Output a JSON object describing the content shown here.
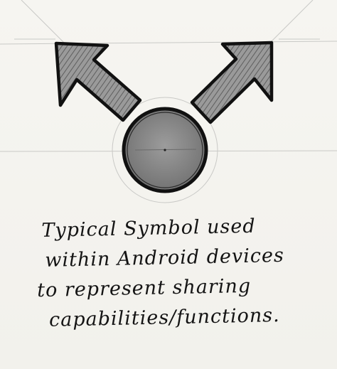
{
  "caption": {
    "line1": "Typical Symbol used",
    "line2": "within Android devices",
    "line3": "to represent sharing",
    "line4": "capabilities/functions."
  },
  "icons": [
    "share-icon",
    "arrow-up-left-icon",
    "arrow-up-right-icon",
    "circle-node-icon"
  ],
  "colors": {
    "paper": "#f4f3ef",
    "ink": "#141414",
    "shading": "#8a8a8a"
  }
}
